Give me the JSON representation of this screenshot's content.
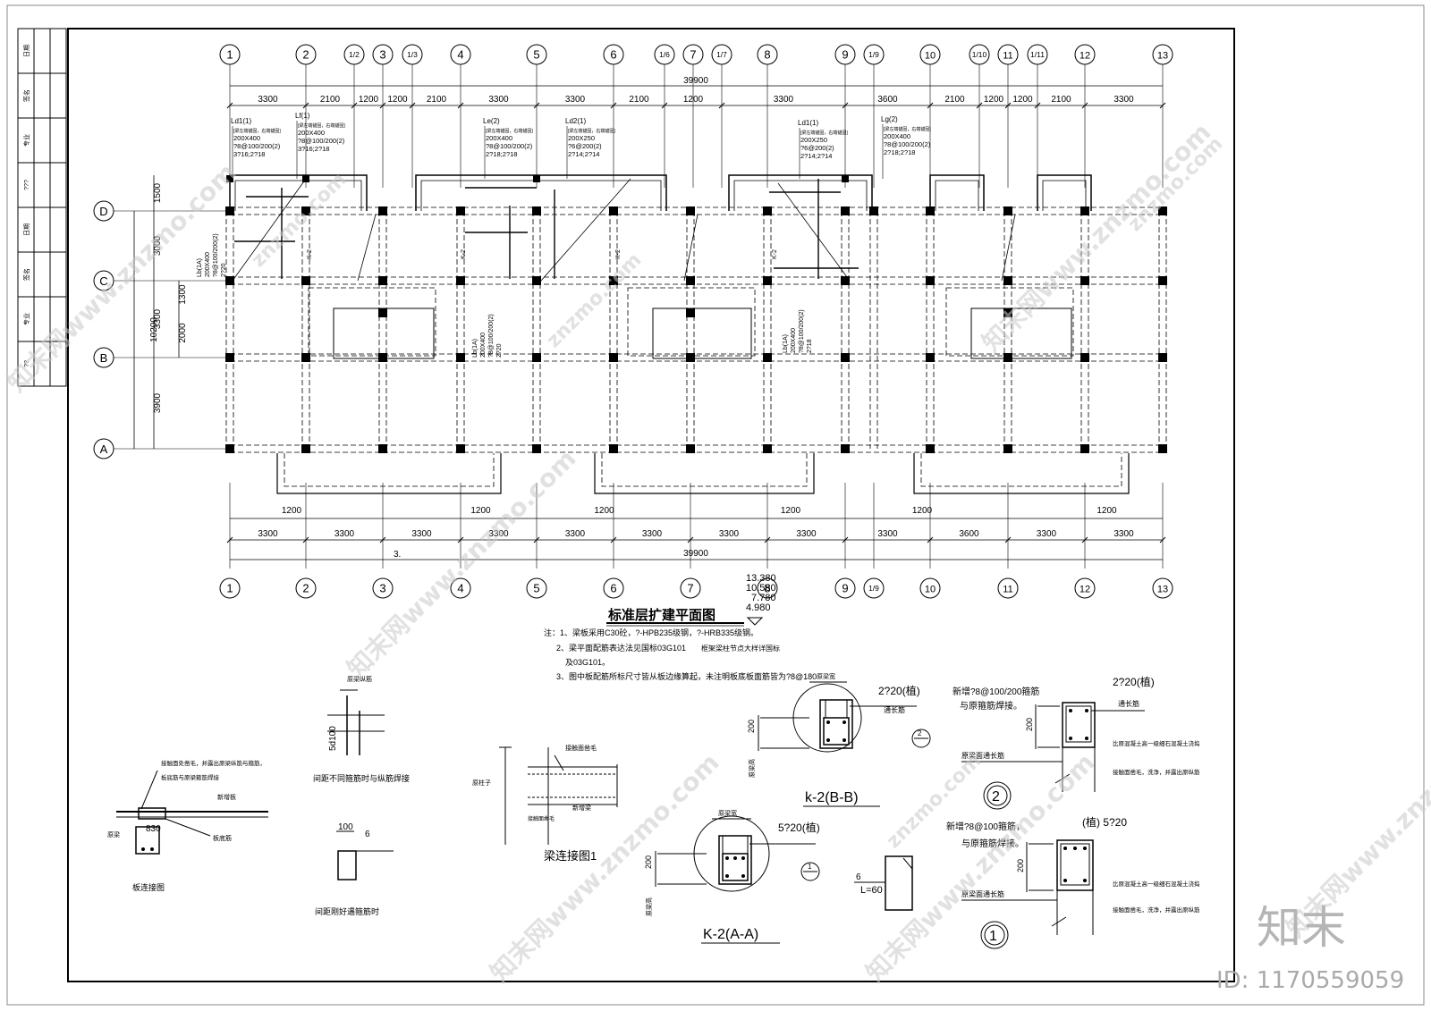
{
  "drawing": {
    "title": "标准层扩建平面图",
    "elevations": [
      "13.380",
      "10.580",
      "7.780",
      "4.980"
    ],
    "notes": [
      "注：1、梁板采用C30砼，?-HPB235级钢，?-HRB335级钢。",
      "2、梁平面配筋表达法见国标03G101",
      "框架梁柱节点大样详国标",
      "及03G101。",
      "3、图中板配筋所标尺寸皆从板边缘算起，未注明板底板面筋皆为?8@180"
    ]
  },
  "grid": {
    "columns_top": [
      "1",
      "2",
      "1/2",
      "3",
      "1/3",
      "4",
      "5",
      "6",
      "1/6",
      "7",
      "1/7",
      "8",
      "9",
      "1/9",
      "10",
      "1/10",
      "11",
      "1/11",
      "12",
      "13"
    ],
    "columns_bottom": [
      "1",
      "2",
      "3",
      "4",
      "5",
      "6",
      "7",
      "8",
      "9",
      "1/9",
      "10",
      "11",
      "12",
      "13"
    ],
    "rows": [
      "D",
      "C",
      "B",
      "A"
    ]
  },
  "dimensions": {
    "top_total": "39900",
    "top_segments": [
      "3300",
      "2100",
      "1200",
      "1200",
      "2100",
      "3300",
      "3300",
      "2100",
      "1200",
      "3300",
      "3600",
      "2100",
      "1200",
      "1200",
      "2100",
      "3300"
    ],
    "bottom_total": "39900",
    "bottom_segments": [
      "3300",
      "3300",
      "3300",
      "3300",
      "3300",
      "3300",
      "3300",
      "3300",
      "3300",
      "3600",
      "3300",
      "3300",
      "3300"
    ],
    "bottom_extra": [
      "1200",
      "1200",
      "1200",
      "1200",
      "1200",
      "1200"
    ],
    "bottom_note": "3.",
    "left_segments": [
      "1500",
      "3000",
      "1300",
      "3300",
      "2000",
      "3900"
    ],
    "left_total": "10200"
  },
  "beam_labels": [
    {
      "id": "Ld1(1)",
      "lines": [
        "[梁左端锚固，右端锚固]",
        "200X400",
        "?8@100/200(2)",
        "3?16;2?18"
      ]
    },
    {
      "id": "Lf(1)",
      "lines": [
        "[梁左端锚固，右端锚固]",
        "200X400",
        "?8@100/200(2)",
        "3?16;2?18"
      ]
    },
    {
      "id": "Le(2)",
      "lines": [
        "[梁左端锚固，右端锚固]",
        "200X400",
        "?8@100/200(2)",
        "2?18;2?18"
      ]
    },
    {
      "id": "Ld2(1)",
      "lines": [
        "[梁左端锚固，右端锚固]",
        "200X250",
        "?6@200(2)",
        "2?14;2?14"
      ]
    },
    {
      "id": "Ld1(1)",
      "lines": [
        "[梁左端锚固，右端锚固]",
        "200X250",
        "?6@200(2)",
        "2?14;2?14"
      ]
    },
    {
      "id": "Lg(2)",
      "lines": [
        "[梁左端锚固，右端锚固]",
        "200X400",
        "?8@100/200(2)",
        "2?18;2?18"
      ]
    }
  ],
  "details": {
    "k2bb": {
      "title": "k-2(B-B)",
      "top": "原梁宽",
      "rebar": "2?20(植)",
      "rebar2": "通长筋",
      "dim": "200",
      "side": "原梁高",
      "ref": "2"
    },
    "k2aa": {
      "title": "K-2(A-A)",
      "top": "原梁宽",
      "rebar": "5?20(植)",
      "dim": "200",
      "side": "原梁高",
      "ref": "1"
    },
    "hook": {
      "a": "6",
      "b": "L=60"
    },
    "sec2": {
      "l1": "新增?8@100/200箍筋",
      "l2": "与原箍筋焊接。",
      "rebar": "2?20(植)",
      "rebar2": "通长筋",
      "dim": "200",
      "n1": "比原混凝土高一级细石混凝土浇捣",
      "n2": "原梁面通长筋",
      "n3": "接触面凿毛，洗净，并露出原纵筋",
      "circle": "2"
    },
    "sec1": {
      "l1": "新增?8@100箍筋，",
      "l2": "与原箍筋焊接。",
      "rebar": "(植) 5?20",
      "dim": "200",
      "n1": "比原混凝土高一级细石混凝土浇捣",
      "n2": "原梁面通长筋",
      "n3": "接触面凿毛，洗净，并露出原纵筋",
      "circle": "1"
    },
    "slab": {
      "caption": "板连接图",
      "n1": "接触面处凿毛，并露出原梁纵筋与箍筋，",
      "n2": "板底筋与原梁箍筋焊接",
      "n3": "新增板",
      "n4": "原梁",
      "n5": "板底筋",
      "dim": "830"
    },
    "stirrup_diff": {
      "caption": "间距不同箍筋时与纵筋焊接",
      "label": "原梁纵筋",
      "dim": "5d100"
    },
    "stirrup_same": {
      "caption": "间距刚好遇箍筋时",
      "dim1": "100",
      "dim2": "6"
    },
    "beamjoint": {
      "caption": "梁连接图1",
      "n1": "接触面凿毛",
      "n2": "原柱子",
      "n3": "新增梁",
      "n4": "接触面凿毛"
    }
  },
  "title_block": {
    "cells": [
      "日期",
      "签名",
      "专业",
      "???",
      "日期",
      "签名",
      "专业",
      "??"
    ]
  },
  "watermark": {
    "site": "znzmo.com",
    "brand": "知末网www.znzmo.com",
    "logo": "知末",
    "id": "ID: 1170559059"
  }
}
